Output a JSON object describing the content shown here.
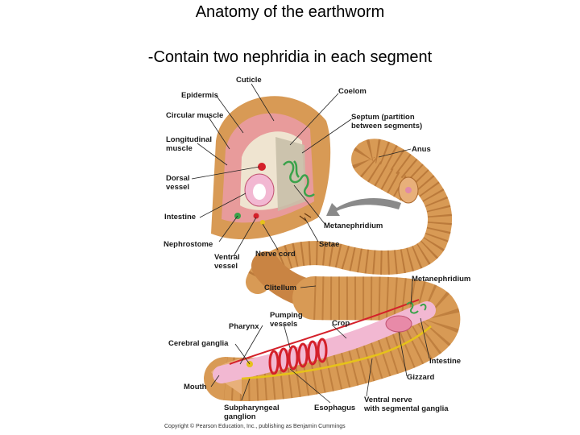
{
  "slide": {
    "title": "Anatomy of the earthworm",
    "subtitle": "-Contain two nephridia in each segment"
  },
  "labels": {
    "cuticle": "Cuticle",
    "epidermis": "Epidermis",
    "coelom": "Coelom",
    "circular_muscle": "Circular muscle",
    "septum_1": "Septum (partition",
    "septum_2": "between segments)",
    "longitudinal_1": "Longitudinal",
    "longitudinal_2": "muscle",
    "anus": "Anus",
    "dorsal_1": "Dorsal",
    "dorsal_2": "vessel",
    "intestine_top": "Intestine",
    "metanephridium_top": "Metanephridium",
    "nephrostome": "Nephrostome",
    "setae": "Setae",
    "ventral_1": "Ventral",
    "ventral_2": "vessel",
    "nerve_cord": "Nerve cord",
    "clitellum": "Clitellum",
    "metanephridium_bottom": "Metanephridium",
    "pumping_1": "Pumping",
    "pumping_2": "vessels",
    "pharynx": "Pharynx",
    "crop": "Crop",
    "cerebral_ganglia": "Cerebral ganglia",
    "intestine_bottom": "Intestine",
    "gizzard": "Gizzard",
    "mouth": "Mouth",
    "subpharyngeal_1": "Subpharyngeal",
    "subpharyngeal_2": "ganglion",
    "esophagus": "Esophagus",
    "ventral_nerve_1": "Ventral nerve",
    "ventral_nerve_2": "with segmental ganglia"
  },
  "copyright": "Copyright © Pearson Education, Inc., publishing as Benjamin Cummings",
  "colors": {
    "body": "#d89a55",
    "body_dark": "#b8742f",
    "muscle": "#e89b9b",
    "gut": "#f2b8d2",
    "vessel": "#d4202a",
    "nephridium": "#3aa24a",
    "nerve": "#e6c21a",
    "arrow": "#8a8a8a"
  }
}
